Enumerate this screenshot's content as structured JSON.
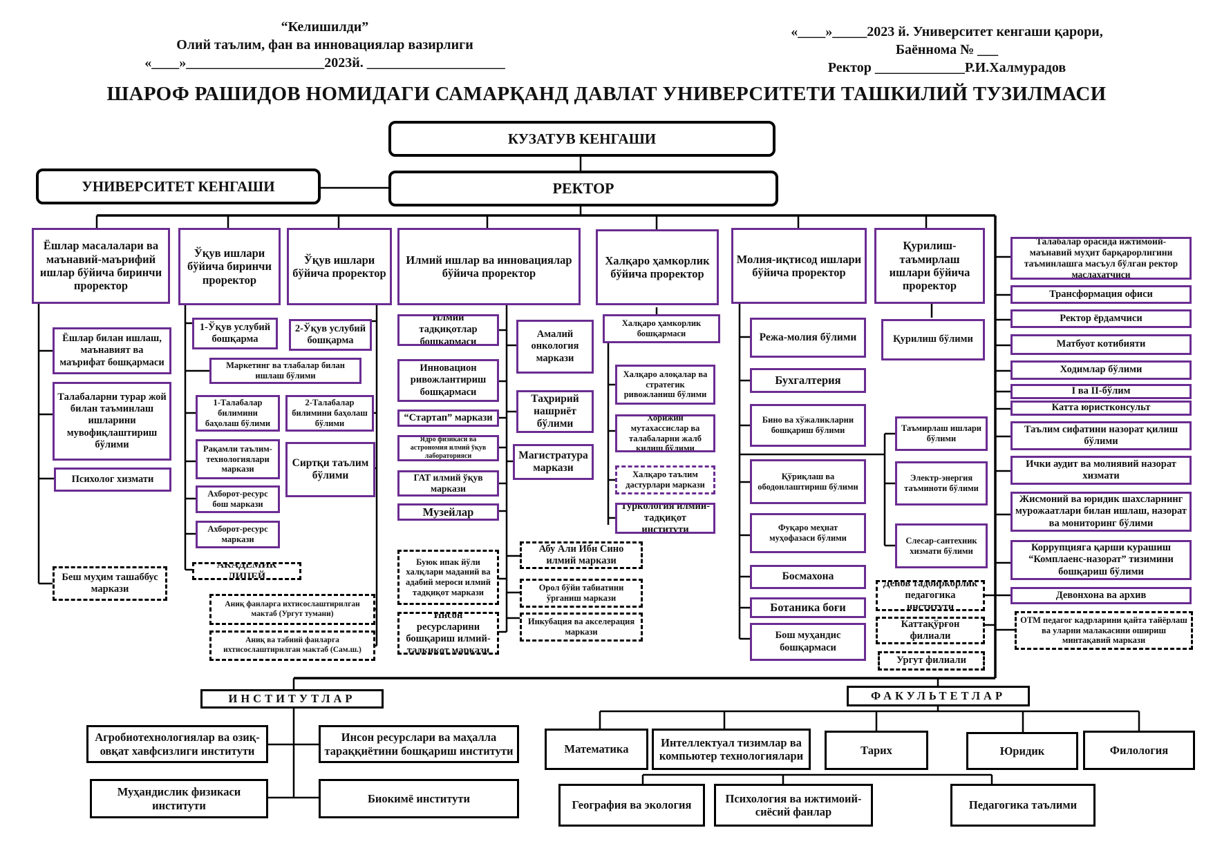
{
  "header": {
    "left_line1": "“Келишилди”",
    "left_line2": "Олий таълим, фан ва инновациялар вазирлиги",
    "left_line3": "«____»____________________2023й. ____________________",
    "right_line1": "«____»_____2023 й. Университет кенгаши қарори,",
    "right_line2": "Баённома № ___",
    "right_line3": "Ректор _____________Р.И.Халмурадов"
  },
  "title": "ШАРОФ РАШИДОВ НОМИДАГИ САМАРҚАНД ДАВЛАТ УНИВЕРСИТЕТИ ТАШКИЛИЙ ТУЗИЛМАСИ",
  "top": {
    "supervisory": "КУЗАТУВ КЕНГАШИ",
    "university_council": "УНИВЕРСИТЕТ КЕНГАШИ",
    "rector": "РЕКТОР"
  },
  "prorectors": {
    "youth": "Ёшлар масалалари ва маънавий-маърифий ишлар бўйича биринчи проректор",
    "study_first": "Ўқув ишлари бўйича биринчи проректор",
    "study": "Ўқув ишлари бўйича проректор",
    "science": "Илмий ишлар ва инновациялар бўйича проректор",
    "intl": "Халқаро ҳамкорлик бўйича проректор",
    "finance": "Молия-иқтисод ишлари бўйича проректор",
    "construction": "Қурилиш-таъмирлаш ишлари бўйича  проректор"
  },
  "youth_units": [
    "Ёшлар билан ишлаш, маънавият ва маърифат бошқармаси",
    "Талабаларни турар жой билан таъминлаш ишларини мувофиқлаштириш бўлими",
    "Психолог хизмати",
    "Беш муҳим ташаббус маркази"
  ],
  "study_units": {
    "dept1": "1-Ўқув услубий бошқарма",
    "dept2": "2-Ўқув услубий бошқарма",
    "marketing": "Маркетинг ва тлабалар билан ишлаш бўлими",
    "assess1": "1-Талабалар билимини баҳолаш бўлими",
    "assess2": "2-Талабалар билимини баҳолаш бўлими",
    "digital": "Рақамли таълим-технологиялари маркази",
    "info1": "Ахборот-ресурс бош маркази",
    "info2": "Ахборот-ресурс маркази",
    "distance": "Сиртқи таълим бўлими",
    "lyceum": "АКАДЕМИК ЛИЦЕЙ",
    "school1": "Аниқ фанларга ихтисослаштирилган мактаб (Ургут тумани)",
    "school2": "Аниқ ва табиий фанларга ихтисослаштирилган мактаб (Сам.ш.)"
  },
  "science_units": {
    "research": "Илмий тадқиқотлар бошқармаси",
    "innovation": "Инновацион ривожлантириш бошқармаси",
    "startup": "“Стартап” маркази",
    "nuclear": "Ядро физикаси ва астрономия илмий ўқув лабораторияси",
    "gat": "ГАТ илмий ўқув маркази",
    "museums": "Музейлар",
    "oncology": "Амалий онкология маркази",
    "editorial": "Таҳририй нашриёт бўлими",
    "masters": "Магистратура маркази",
    "silk": "Буюк ипак йўли халқлари маданий ва адабий мероси илмий тадқиқот маркази",
    "hr_center": "Инсон ресурсларини бошқариш илмий-тадқиқот маркази",
    "avicenna": "Абу Али Ибн Сино илмий маркази",
    "aral": "Орол бўйи табиатини ўрганиш маркази",
    "incubation": "Инкубация ва акселерация маркази"
  },
  "intl_units": {
    "main": "Халқаро ҳамкорлик бошқармаси",
    "relations": "Халқаро алоқалар ва стратегик ривожланиш бўлими",
    "foreign": "Хорижий мутахассислар ва талабаларни жалб қилиш бўлими",
    "programs": "Халқаро таълим дастурлари маркази",
    "turkology": "Туркология илмий-тадқиқот институти"
  },
  "finance_units": [
    "Режа-молия бўлими",
    "Бухгалтерия",
    "Бино ва хўжаликларни бошқариш бўлими",
    "Қўриқлаш ва ободонлаштириш бўлими",
    "Фуқаро меҳнат муҳофазаси бўлими",
    "Босмахона",
    "Ботаника боғи",
    "Бош муҳандис бошқармаси"
  ],
  "construction_units": {
    "building": "Қурилиш бўлими",
    "repair": "Таъмирлаш ишлари бўлими",
    "electric": "Электр-энергия таъминоти бўлими",
    "plumbing": "Слесар-сантехник хизмати бўлими"
  },
  "branches": [
    "Денов тадбиркорлик педагогика институти",
    "Каттақўрғон филиали",
    "Ургут филиали"
  ],
  "right_units": [
    "Талабалар орасида ижтимоий-маънавий муҳит барқарорлигини таъминлашга масъул бўлган ректор маслаҳатчиси",
    "Трансформация офиси",
    "Ректор ёрдамчиси",
    "Матбуот котибияти",
    "Ходимлар бўлими",
    "I ва II-бўлим",
    "Катта юристконсульт",
    "Таълим сифатини назорат қилиш бўлими",
    "Ички аудит ва молиявий назорат хизмати",
    "Жисмоний ва юридик шахсларнинг мурожаатлари билан ишлаш, назорат ва мониторинг бўлими",
    "Коррупцияга қарши курашиш “Комплаенс-назорат” тизимини бошқариш бўлими",
    "Девонхона ва архив",
    "ОТМ педагог кадрларини қайта тайёрлаш ва уларни малакасини ошириш минтақавий маркази"
  ],
  "institutes": {
    "header": "ИНСТИТУТЛАР",
    "items": [
      "Агробиотехнологиялар ва озиқ-овқат хавфсизлиги институти",
      "Инсон ресурслари ва маҳалла тараққиётини бошқариш институти",
      "Муҳандислик физикаси институти",
      "Биокимё институти"
    ]
  },
  "faculties": {
    "header": "ФАКУЛЬТЕТЛАР",
    "items": [
      "Математика",
      "Интеллектуал тизимлар ва компьютер технологиялари",
      "Тарих",
      "Юридик",
      "Филология",
      "География ва экология",
      "Психология ва ижтимоий-сиёсий фанлар",
      "Педагогика таълими"
    ]
  }
}
